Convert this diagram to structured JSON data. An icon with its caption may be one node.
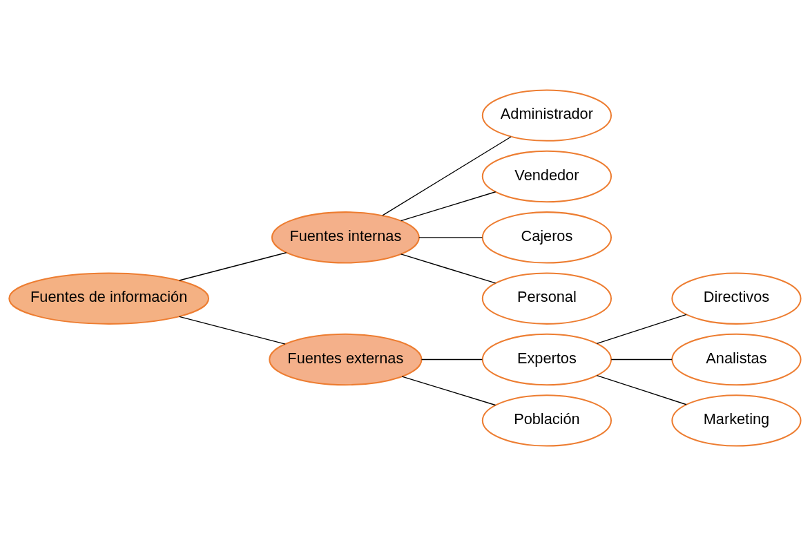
{
  "diagram": {
    "nodes": [
      {
        "text": [
          "Fuentes de información"
        ]
      },
      {
        "text": [
          "Fuentes internas"
        ]
      },
      {
        "text": [
          "Administrador"
        ]
      },
      {
        "text": [
          "Vendedor"
        ]
      },
      {
        "text": [
          "Cajeros"
        ]
      },
      {
        "text": [
          "Personal"
        ]
      },
      {
        "text": [
          "Fuentes externas"
        ]
      },
      {
        "text": [
          "Expertos"
        ]
      },
      {
        "text": [
          "Directivos"
        ]
      },
      {
        "text": [
          "Analistas"
        ]
      },
      {
        "text": [
          "Marketing"
        ]
      },
      {
        "text": [
          "Población"
        ]
      }
    ],
    "edges": [
      {
        "from": 0,
        "to": 1,
        "arrow": "none"
      },
      {
        "from": 0,
        "to": 6,
        "arrow": "none"
      },
      {
        "from": 1,
        "to": 2,
        "arrow": "none"
      },
      {
        "from": 1,
        "to": 3,
        "arrow": "none"
      },
      {
        "from": 1,
        "to": 4,
        "arrow": "none"
      },
      {
        "from": 1,
        "to": 5,
        "arrow": "none"
      },
      {
        "from": 6,
        "to": 7,
        "arrow": "none"
      },
      {
        "from": 6,
        "to": 11,
        "arrow": "none"
      },
      {
        "from": 7,
        "to": 8,
        "arrow": "none"
      },
      {
        "from": 7,
        "to": 9,
        "arrow": "none"
      },
      {
        "from": 7,
        "to": 10,
        "arrow": "none"
      }
    ]
  }
}
